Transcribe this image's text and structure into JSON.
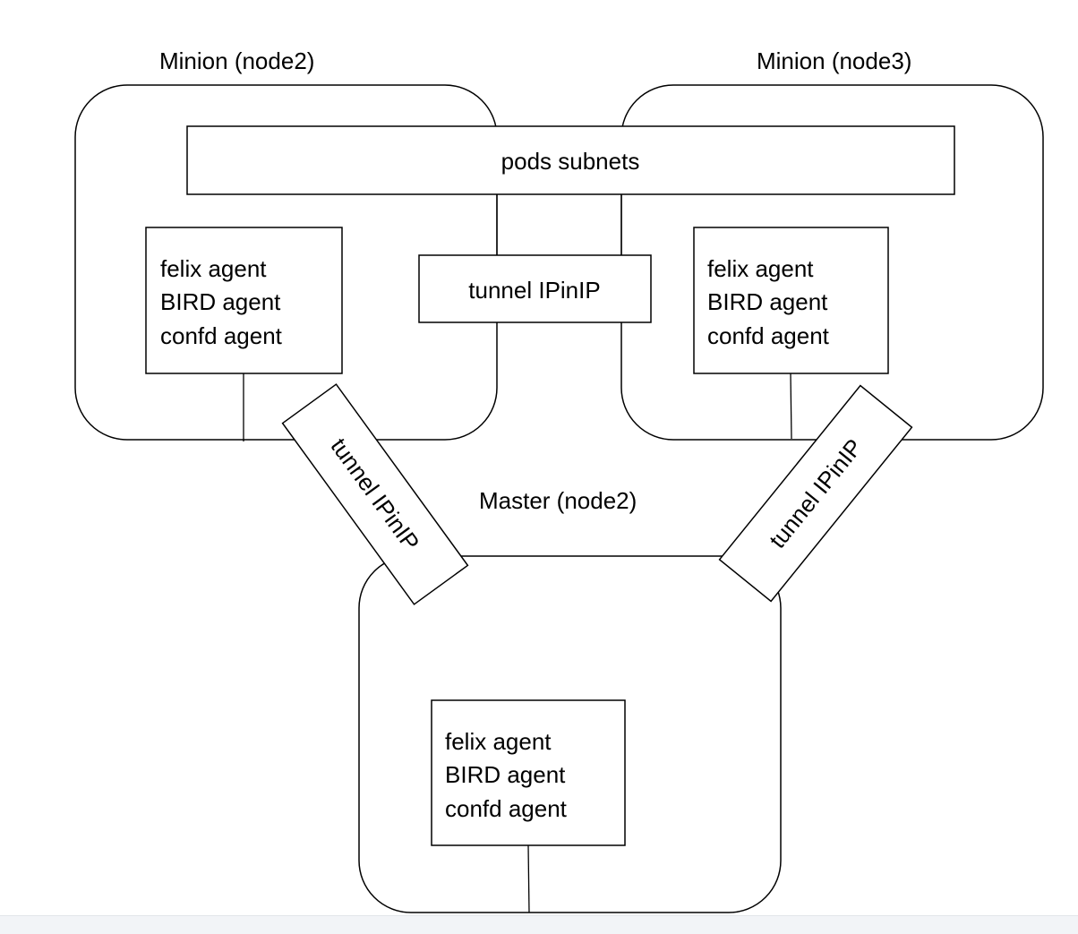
{
  "nodes": {
    "minion_left": {
      "label": "Minion (node2)"
    },
    "minion_right": {
      "label": "Minion (node3)"
    },
    "master": {
      "label": "Master (node2)"
    }
  },
  "pods_subnets": {
    "label": "pods subnets"
  },
  "tunnels": {
    "center": "tunnel IPinIP",
    "left": "tunnel IPinIP",
    "right": "tunnel IPinIP"
  },
  "agents": {
    "minion_left": [
      "felix agent",
      "BIRD agent",
      "confd agent"
    ],
    "minion_right": [
      "felix agent",
      "BIRD agent",
      "confd agent"
    ],
    "master": [
      "felix agent",
      "BIRD agent",
      "confd agent"
    ]
  }
}
